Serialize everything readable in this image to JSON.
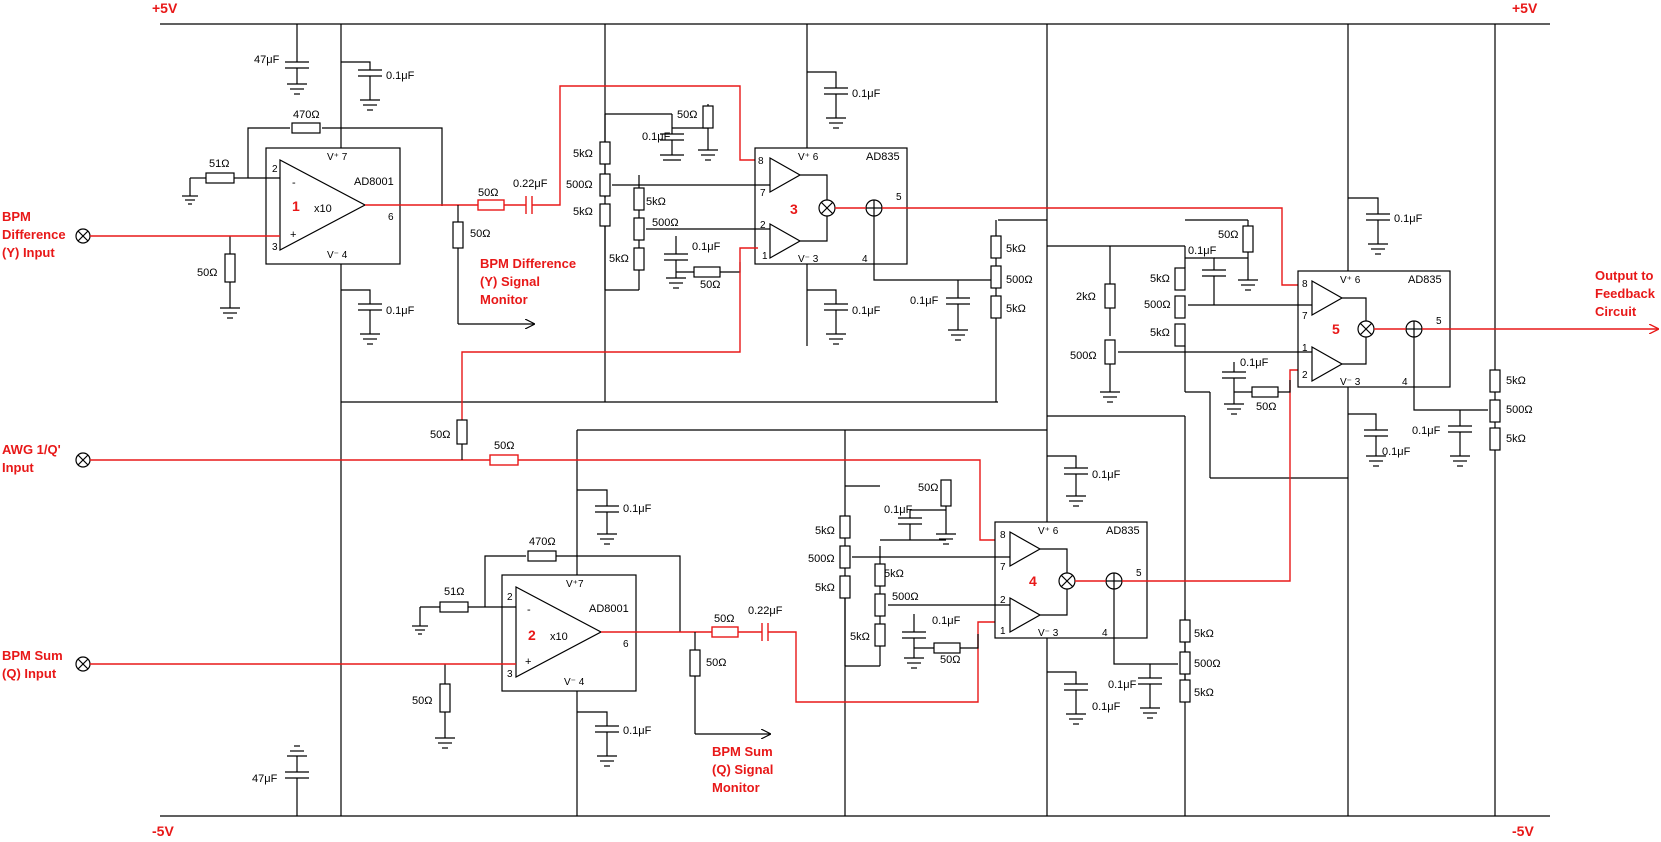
{
  "rails": {
    "pos": "+5V",
    "neg": "-5V"
  },
  "inputs": {
    "bpm_difference": "BPM Difference (Y) Input",
    "awg": "AWG 1/Q' Input",
    "bpm_sum": "BPM Sum (Q) Input"
  },
  "input_lines": {
    "bpm_difference": [
      "BPM",
      "Difference",
      "(Y) Input"
    ],
    "awg": [
      "AWG 1/Q'",
      "Input"
    ],
    "bpm_sum": [
      "BPM Sum",
      "(Q) Input"
    ]
  },
  "monitors": {
    "difference": [
      "BPM Difference",
      "(Y) Signal",
      "Monitor"
    ],
    "sum": [
      "BPM Sum",
      "(Q) Signal",
      "Monitor"
    ]
  },
  "output": [
    "Output to",
    "Feedback",
    "Circuit"
  ],
  "amplifiers": [
    {
      "id": "1",
      "part": "AD8001",
      "gain": "x10",
      "vplus": "V⁺ 7",
      "vminus": "V⁻ 4",
      "pins": [
        "2",
        "3",
        "6"
      ]
    },
    {
      "id": "2",
      "part": "AD8001",
      "gain": "x10",
      "vplus": "V⁺7",
      "vminus": "V⁻ 4",
      "pins": [
        "2",
        "3",
        "6"
      ]
    }
  ],
  "multipliers": [
    {
      "id": "3",
      "part": "AD835",
      "vplus": "V⁺ 6",
      "vminus": "V⁻ 3",
      "pins": [
        "8",
        "7",
        "2",
        "1",
        "5",
        "4"
      ]
    },
    {
      "id": "4",
      "part": "AD835",
      "vplus": "V⁺ 6",
      "vminus": "V⁻ 3",
      "pins": [
        "8",
        "7",
        "2",
        "1",
        "5",
        "4"
      ]
    },
    {
      "id": "5",
      "part": "AD835",
      "vplus": "V⁺ 6",
      "vminus": "V⁻ 3",
      "pins": [
        "8",
        "7",
        "1",
        "2",
        "5",
        "4"
      ]
    }
  ],
  "values": {
    "c47u": "47μF",
    "c01u": "0.1μF",
    "c022u": "0.22μF",
    "r470": "470Ω",
    "r51": "51Ω",
    "r50": "50Ω",
    "r5k": "5kΩ",
    "r500": "500Ω",
    "r2k": "2kΩ"
  }
}
